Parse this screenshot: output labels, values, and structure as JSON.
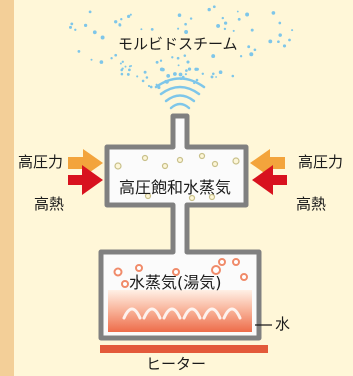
{
  "colors": {
    "background": "#fff7d8",
    "side_strip": "#f3cf98",
    "vessel_fill": "#fbfbfb",
    "vessel_outline": "#808080",
    "pressure_arrow": "#f3a43c",
    "heat_arrow": "#d8121e",
    "heater": "#e35a3a",
    "steam_dots": "#7ec6e9",
    "water_gradient": [
      "#ffe6d8",
      "#ee6c4a"
    ],
    "bubbles": "#f08b6a"
  },
  "labels": {
    "steam": "モルビドスチーム",
    "pressure_left": "高圧力",
    "pressure_right": "高圧力",
    "heat_left": "高熱",
    "heat_right": "高熱",
    "chamber": "高圧飽和水蒸気",
    "vapor": "水蒸気(湯気)",
    "water": "水",
    "heater": "ヒーター"
  }
}
